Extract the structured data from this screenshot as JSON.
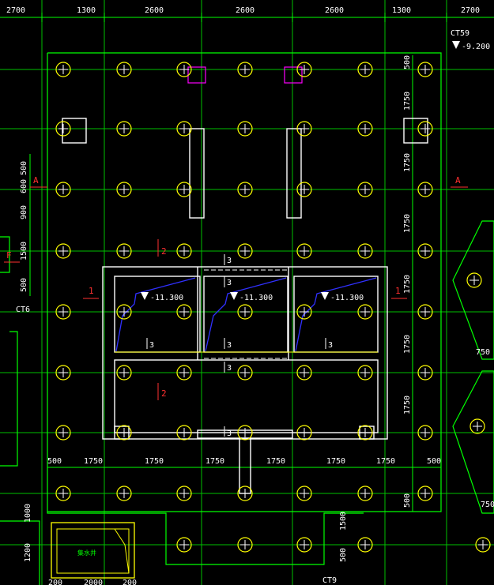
{
  "dimensions": {
    "top": [
      "2700",
      "1300",
      "2600",
      "2600",
      "2600",
      "1300",
      "2700"
    ],
    "right": [
      "500",
      "1750",
      "1750",
      "1750",
      "1750",
      "1750",
      "1750",
      "500"
    ],
    "left": [
      "500",
      "600",
      "900",
      "1500",
      "500"
    ],
    "bottom": [
      "500",
      "1750",
      "1750",
      "1750",
      "1750",
      "1750",
      "1750",
      "500"
    ],
    "right_edge": [
      "750",
      "750"
    ],
    "pit_side": [
      "1000",
      "1200"
    ],
    "pit_bottom": [
      "200",
      "2000",
      "200"
    ],
    "lower_mid": [
      "1500",
      "500"
    ]
  },
  "labels": {
    "ct59": "CT59",
    "elev_top": "-9.200",
    "ct6": "CT6",
    "ct9": "CT9",
    "elev_pit": [
      "-11.300",
      "-11.300",
      "-11.300"
    ],
    "sump": "集水井"
  },
  "sections": {
    "a_left": "A",
    "a_right": "A",
    "f_left": "F",
    "one_left": "1",
    "one_right": "1",
    "two_top": "2",
    "two_bottom": "2",
    "three": [
      "3",
      "3",
      "3",
      "3",
      "3",
      "3",
      "3"
    ]
  },
  "colors": {
    "grid": "#00ff00",
    "axis": "#00c000",
    "pile": "#ffff00",
    "wall": "#ffffff",
    "section": "#ff3030",
    "slope": "#3030ff",
    "column": "#ff00ff"
  }
}
